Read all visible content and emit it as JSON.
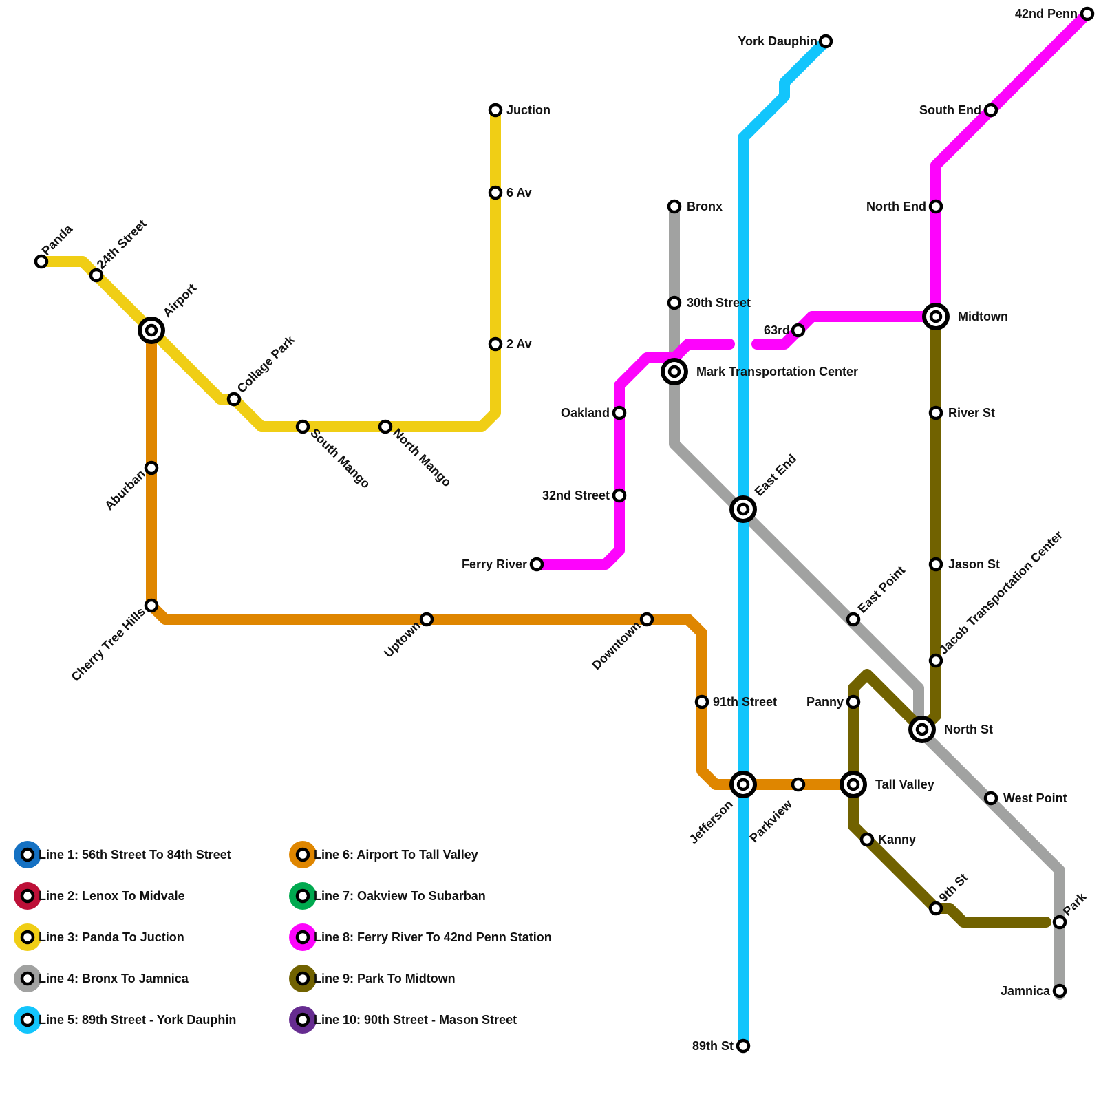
{
  "map": {
    "lines": [
      {
        "id": "line3",
        "color": "#f0ce15"
      },
      {
        "id": "line6",
        "color": "#df8600"
      },
      {
        "id": "line4",
        "color": "#a1a2a1"
      },
      {
        "id": "line5",
        "color": "#12c5fc"
      },
      {
        "id": "line8",
        "color": "#fd04fc"
      },
      {
        "id": "line9",
        "color": "#716200"
      }
    ],
    "stations": {
      "panda": "Panda",
      "24th_street": "24th Street",
      "airport": "Airport",
      "collage_park": "Collage Park",
      "south_mango": "South Mango",
      "north_mango": "North Mango",
      "juction": "Juction",
      "6_av": "6 Av",
      "2_av": "2 Av",
      "aburban": "Aburban",
      "cherry_tree_hills": "Cherry Tree Hills",
      "uptown": "Uptown",
      "downtown": "Downtown",
      "91th_street": "91th Street",
      "jefferson": "Jefferson",
      "parkview": "Parkview",
      "tall_valley": "Tall Valley",
      "bronx": "Bronx",
      "30th_street": "30th Street",
      "mark_transportation_center": "Mark Transportation Center",
      "east_end": "East End",
      "east_point": "East Point",
      "north_st": "North St",
      "west_point": "West Point",
      "park": "Park",
      "jamnica": "Jamnica",
      "york_dauphin": "York Dauphin",
      "89th_st": "89th St",
      "ferry_river": "Ferry River",
      "oakland": "Oakland",
      "32nd_street": "32nd Street",
      "63rd": "63rd",
      "midtown": "Midtown",
      "north_end": "North End",
      "south_end": "South End",
      "42nd_penn": "42nd Penn",
      "river_st": "River St",
      "jason_st": "Jason St",
      "jacob_transportation_center": "Jacob Transportation Center",
      "panny": "Panny",
      "kanny": "Kanny",
      "9th_st": "9th St"
    }
  },
  "legend": [
    {
      "label": "Line 1: 56th Street To 84th Street",
      "color": "#1571c3"
    },
    {
      "label": "Line 2: Lenox To Midvale",
      "color": "#bd1038"
    },
    {
      "label": "Line 3: Panda To Juction",
      "color": "#f0ce15"
    },
    {
      "label": "Line 4: Bronx To Jamnica",
      "color": "#a1a2a1"
    },
    {
      "label": "Line 5: 89th Street - York Dauphin",
      "color": "#12c5fc"
    },
    {
      "label": "Line 6: Airport To Tall Valley",
      "color": "#df8600"
    },
    {
      "label": "Line 7: Oakview To Subarban",
      "color": "#00a94f"
    },
    {
      "label": "Line 8: Ferry River To 42nd Penn Station",
      "color": "#fd04fc"
    },
    {
      "label": "Line 9: Park To Midtown",
      "color": "#716200"
    },
    {
      "label": "Line 10: 90th Street - Mason Street",
      "color": "#662c90"
    }
  ]
}
